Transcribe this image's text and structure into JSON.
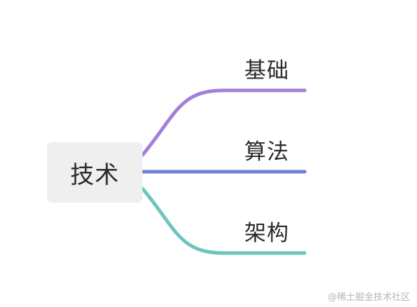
{
  "root": {
    "label": "技术"
  },
  "branches": [
    {
      "label": "基础",
      "color": "#a47fd9"
    },
    {
      "label": "算法",
      "color": "#6f7fd2"
    },
    {
      "label": "架构",
      "color": "#6fc4c0"
    }
  ],
  "watermark": "@稀土掘金技术社区"
}
